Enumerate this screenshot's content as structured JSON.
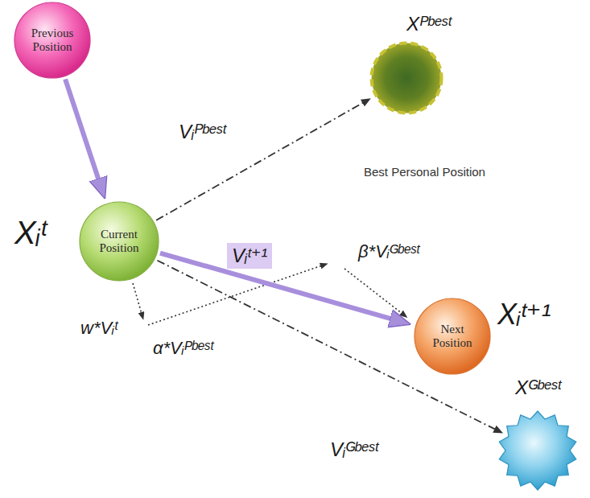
{
  "diagram": {
    "nodes": [
      {
        "text": [
          "Previous Position"
        ]
      },
      {
        "text": [
          "Xᴾᵇᵉˢᵗ",
          "Best Personal Position"
        ]
      },
      {
        "text": [
          "Xᵢᵗ",
          "Current Position"
        ]
      },
      {
        "text": [
          "Next Position",
          "Xᵢᵗ⁺¹"
        ]
      },
      {
        "text": [
          "Xᴳᵇᵉˢᵗ"
        ]
      }
    ],
    "edges": [
      {
        "from": 0,
        "to": 2,
        "arrow": "to"
      },
      {
        "from": 2,
        "to": 1,
        "arrow": "to",
        "label": "Vᵢᴾᵇᵉˢᵗ"
      },
      {
        "from": 2,
        "to": 3,
        "arrow": "to",
        "label": "Vᵢᵗ⁺¹"
      },
      {
        "from": 2,
        "to": 4,
        "arrow": "to",
        "label": "Vᵢᴳᵇᵉˢᵗ"
      }
    ],
    "labels": [
      "β*Vᵢᴳᵇᵉˢᵗ",
      "w*Vᵢᵗ",
      "α*Vᵢᴾᵇᵉˢᵗ"
    ]
  }
}
